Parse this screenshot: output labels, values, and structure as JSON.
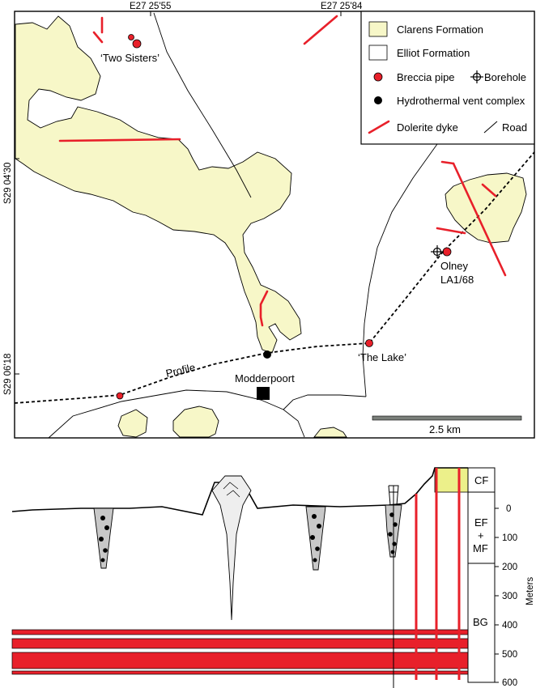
{
  "map": {
    "coords": {
      "top_left": "E27 25'55",
      "top_right": "E27 25'84",
      "side_top": "S29 04'30",
      "side_bottom": "S29 06'18"
    },
    "legend": {
      "clarens": "Clarens Formation",
      "elliot": "Elliot Formation",
      "breccia": "Breccia pipe",
      "borehole": "Borehole",
      "vent": "Hydrothermal vent complex",
      "dyke": "Dolerite dyke",
      "road": "Road"
    },
    "labels": {
      "two_sisters": "‘Two Sisters’",
      "olney1": "Olney",
      "olney2": "LA1/68",
      "the_lake": "‘The Lake’",
      "profile": "Profile",
      "modderpoort": "Modderpoort"
    },
    "scale": "2.5 km",
    "colors": {
      "clarens_fill": "#f7f7c8",
      "dyke": "#e8202a",
      "breccia": "#e8202a",
      "scale_bar": "#7a7f7a"
    }
  },
  "section": {
    "units": {
      "cf": "CF",
      "ef": "EF",
      "plus": "+",
      "mf": "MF",
      "bg": "BG"
    },
    "axis_label": "Meters",
    "ticks": [
      "0",
      "100",
      "200",
      "300",
      "400",
      "500",
      "600"
    ],
    "colors": {
      "sill": "#e8202a",
      "pipe_fill": "#c8c8c8",
      "cap_fill": "#ecf08a"
    }
  }
}
